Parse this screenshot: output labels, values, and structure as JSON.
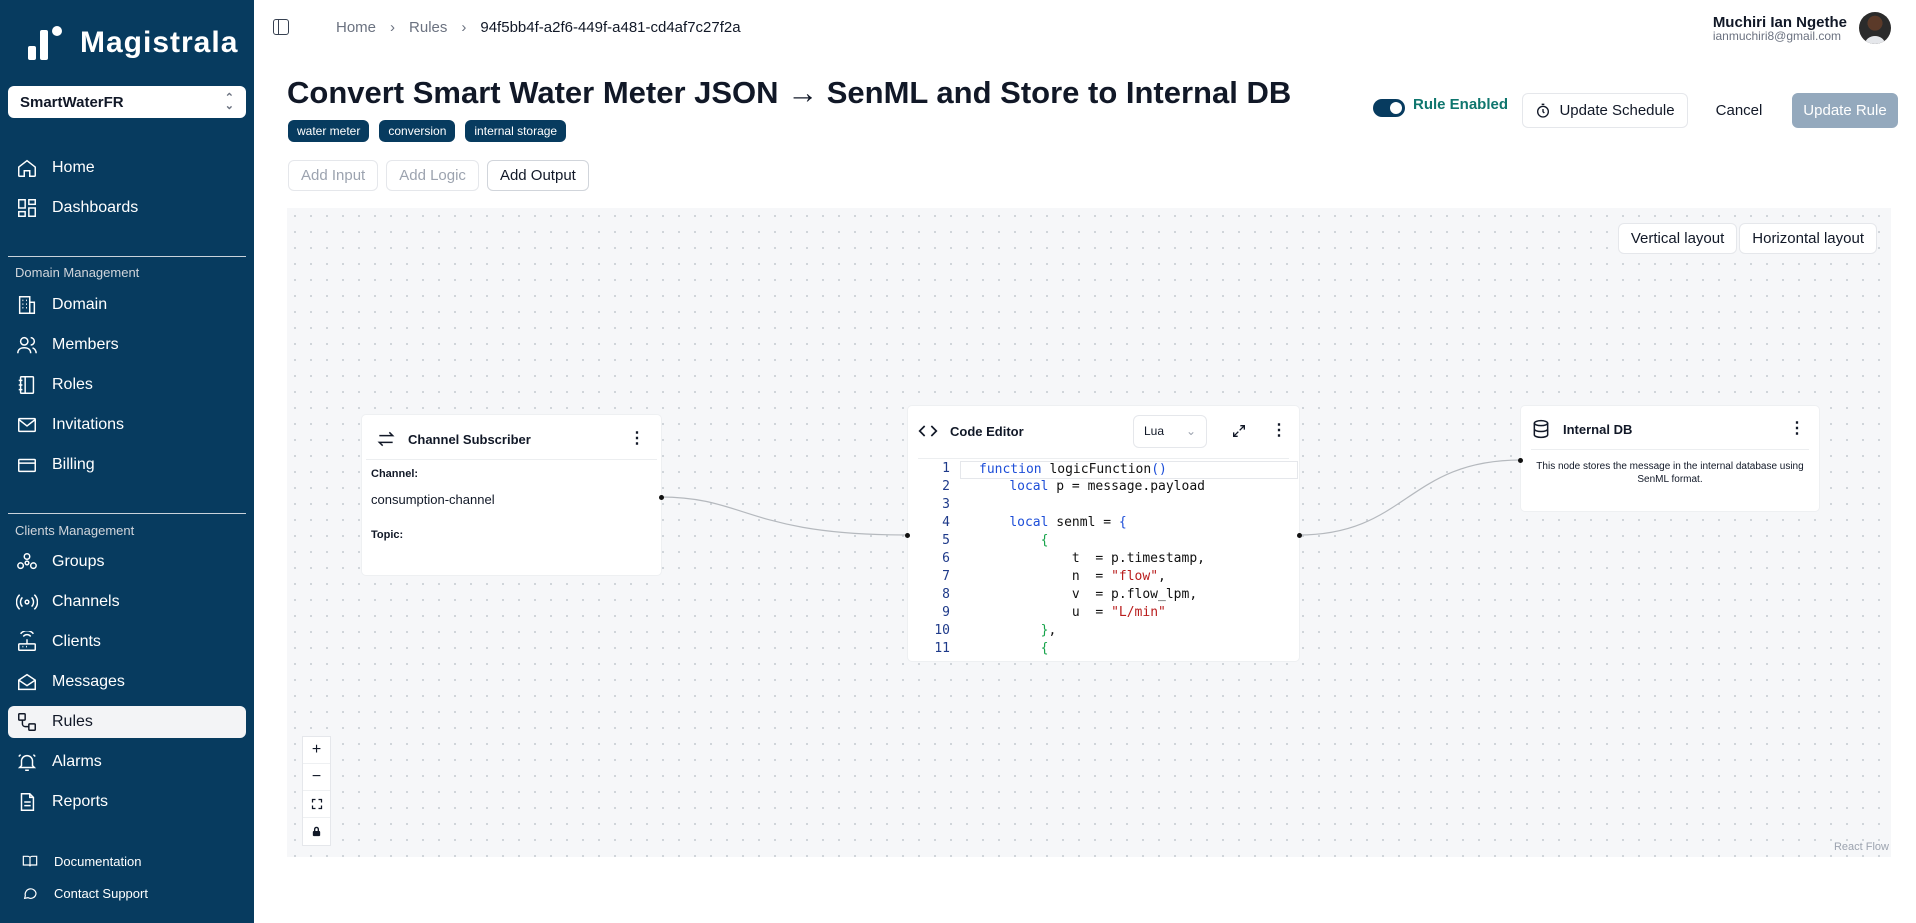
{
  "app": {
    "name": "Magistrala"
  },
  "sidebar": {
    "domain": "SmartWaterFR",
    "items_top": [
      {
        "label": "Home",
        "icon": "home-icon"
      },
      {
        "label": "Dashboards",
        "icon": "dashboard-icon"
      }
    ],
    "section_domain": "Domain Management",
    "items_domain": [
      {
        "label": "Domain",
        "icon": "building-icon"
      },
      {
        "label": "Members",
        "icon": "users-icon"
      },
      {
        "label": "Roles",
        "icon": "notebook-icon"
      },
      {
        "label": "Invitations",
        "icon": "mail-icon"
      },
      {
        "label": "Billing",
        "icon": "wallet-icon"
      }
    ],
    "section_clients": "Clients Management",
    "items_clients": [
      {
        "label": "Groups",
        "icon": "groups-icon"
      },
      {
        "label": "Channels",
        "icon": "radio-icon"
      },
      {
        "label": "Clients",
        "icon": "router-icon"
      },
      {
        "label": "Messages",
        "icon": "mail-open-icon"
      },
      {
        "label": "Rules",
        "icon": "workflow-icon",
        "active": true
      },
      {
        "label": "Alarms",
        "icon": "bell-icon"
      },
      {
        "label": "Reports",
        "icon": "file-icon"
      }
    ],
    "footer": [
      {
        "label": "Documentation",
        "icon": "book-icon"
      },
      {
        "label": "Contact Support",
        "icon": "chat-icon"
      }
    ]
  },
  "breadcrumb": {
    "home": "Home",
    "rules": "Rules",
    "current": "94f5bb4f-a2f6-449f-a481-cd4af7c27f2a"
  },
  "user": {
    "name": "Muchiri Ian Ngethe",
    "email": "ianmuchiri8@gmail.com"
  },
  "rule": {
    "title": "Convert Smart Water Meter JSON → SenML and Store to Internal DB",
    "tags": [
      "water meter",
      "conversion",
      "internal storage"
    ],
    "enabled_label": "Rule Enabled",
    "update_schedule": "Update Schedule",
    "cancel": "Cancel",
    "update_rule": "Update Rule"
  },
  "toolbar": {
    "add_input": "Add Input",
    "add_logic": "Add Logic",
    "add_output": "Add Output"
  },
  "canvas": {
    "vertical_layout": "Vertical layout",
    "horizontal_layout": "Horizontal layout",
    "attribution": "React Flow",
    "zoom_in": "+",
    "zoom_out": "−"
  },
  "nodes": {
    "subscriber": {
      "title": "Channel Subscriber",
      "channel_label": "Channel:",
      "channel_value": "consumption-channel",
      "topic_label": "Topic:"
    },
    "editor": {
      "title": "Code Editor",
      "language": "Lua",
      "line_numbers": [
        "1",
        "2",
        "3",
        "4",
        "5",
        "6",
        "7",
        "8",
        "9",
        "10",
        "11"
      ]
    },
    "db": {
      "title": "Internal DB",
      "description": "This node stores the message in the internal database using SenML format."
    }
  }
}
